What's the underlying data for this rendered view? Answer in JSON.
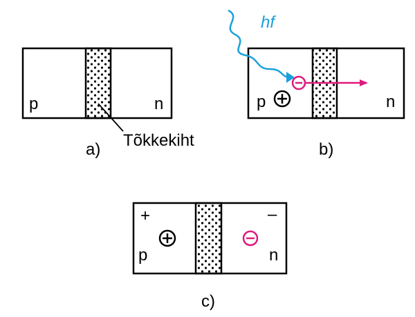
{
  "colors": {
    "outline": "#000000",
    "photon": "#1aa0dc",
    "electron": "#e0197d",
    "background": "#ffffff"
  },
  "icons": [
    "photon-wave-icon",
    "hole-plus-icon",
    "electron-minus-icon",
    "arrow-icon"
  ],
  "panel_a": {
    "p_label": "p",
    "n_label": "n",
    "caption": "a)",
    "layer_callout": "Tõkkekiht"
  },
  "panel_b": {
    "photon_label": "hf",
    "p_label": "p",
    "n_label": "n",
    "caption": "b)"
  },
  "panel_c": {
    "p_label": "p",
    "n_label": "n",
    "plus_sign": "+",
    "minus_sign": "–",
    "caption": "c)"
  }
}
